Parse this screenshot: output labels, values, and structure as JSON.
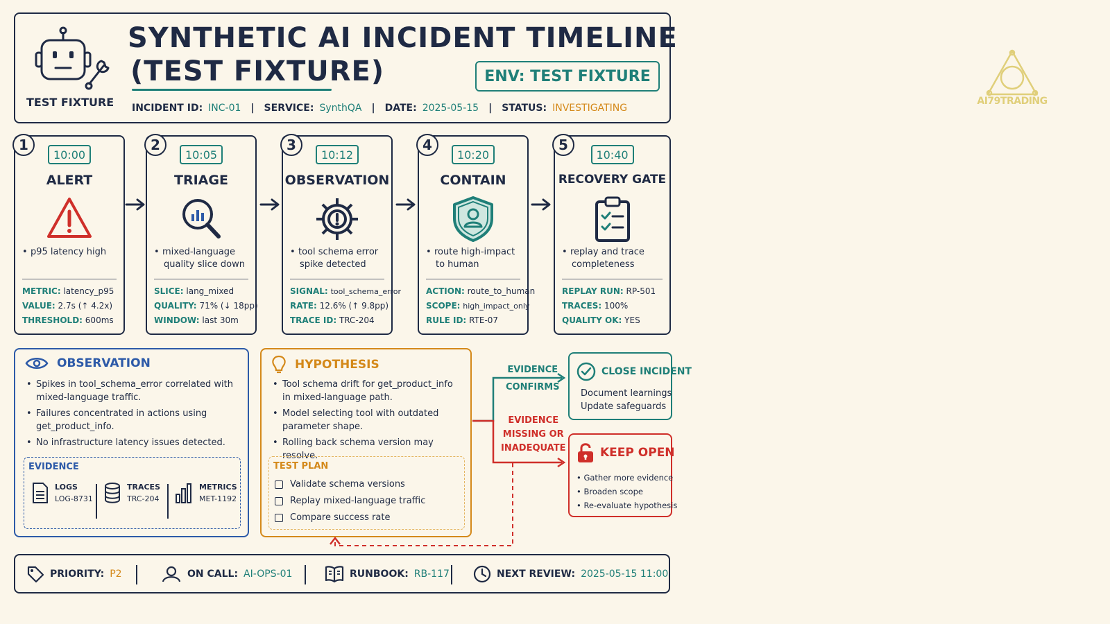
{
  "header": {
    "title_line1": "SYNTHETIC AI INCIDENT TIMELINE",
    "title_line2": "(TEST FIXTURE)",
    "badge_label": "TEST FIXTURE",
    "env": "ENV: TEST FIXTURE",
    "meta": [
      {
        "key": "INCIDENT ID:",
        "value": "INC-01",
        "color": "#1f7f78"
      },
      {
        "key": "SERVICE:",
        "value": "SynthQA",
        "color": "#1f7f78"
      },
      {
        "key": "DATE:",
        "value": "2025-05-15",
        "color": "#1f7f78"
      },
      {
        "key": "STATUS:",
        "value": "INVESTIGATING",
        "color": "#d4891a"
      }
    ]
  },
  "stages": [
    {
      "num": "1",
      "time": "10:00",
      "title": "ALERT",
      "icon": "warning-triangle-icon",
      "desc": [
        "p95 latency high"
      ],
      "metrics": [
        {
          "k": "METRIC:",
          "v": "latency_p95"
        },
        {
          "k": "VALUE:",
          "v": "2.7s (↑ 4.2x)"
        },
        {
          "k": "THRESHOLD:",
          "v": "600ms"
        }
      ]
    },
    {
      "num": "2",
      "time": "10:05",
      "title": "TRIAGE",
      "icon": "magnifier-chart-icon",
      "desc": [
        "mixed-language",
        "quality slice down"
      ],
      "metrics": [
        {
          "k": "SLICE:",
          "v": "lang_mixed"
        },
        {
          "k": "QUALITY:",
          "v": "71% (↓ 18pp)"
        },
        {
          "k": "WINDOW:",
          "v": "last 30m"
        }
      ]
    },
    {
      "num": "3",
      "time": "10:12",
      "title": "OBSERVATION",
      "icon": "gear-alert-icon",
      "desc": [
        "tool schema error",
        "spike detected"
      ],
      "metrics": [
        {
          "k": "SIGNAL:",
          "v": "tool_schema_error"
        },
        {
          "k": "RATE:",
          "v": "12.6% (↑ 9.8pp)"
        },
        {
          "k": "TRACE ID:",
          "v": "TRC-204"
        }
      ]
    },
    {
      "num": "4",
      "time": "10:20",
      "title": "CONTAIN",
      "icon": "shield-user-icon",
      "desc": [
        "route high-impact",
        "to human"
      ],
      "metrics": [
        {
          "k": "ACTION:",
          "v": "route_to_human"
        },
        {
          "k": "SCOPE:",
          "v": "high_impact_only"
        },
        {
          "k": "RULE ID:",
          "v": "RTE-07"
        }
      ]
    },
    {
      "num": "5",
      "time": "10:40",
      "title": "RECOVERY GATE",
      "icon": "clipboard-check-icon",
      "desc": [
        "replay and trace",
        "completeness"
      ],
      "metrics": [
        {
          "k": "REPLAY RUN:",
          "v": "RP-501"
        },
        {
          "k": "TRACES:",
          "v": "100%"
        },
        {
          "k": "QUALITY OK:",
          "v": "YES"
        }
      ]
    }
  ],
  "observation": {
    "title": "OBSERVATION",
    "bullets": [
      [
        "Spikes in tool_schema_error correlated with",
        "mixed-language traffic."
      ],
      [
        "Failures concentrated in actions using",
        "get_product_info."
      ],
      [
        "No infrastructure latency issues detected."
      ]
    ],
    "evidence_title": "EVIDENCE",
    "evidence": [
      {
        "label": "LOGS",
        "value": "LOG-8731"
      },
      {
        "label": "TRACES",
        "value": "TRC-204"
      },
      {
        "label": "METRICS",
        "value": "MET-1192"
      }
    ]
  },
  "hypothesis": {
    "title": "HYPOTHESIS",
    "bullets": [
      [
        "Tool schema drift for get_product_info",
        "in mixed-language path."
      ],
      [
        "Model selecting tool with outdated",
        "parameter shape."
      ],
      [
        "Rolling back schema version may resolve."
      ]
    ],
    "plan_title": "TEST PLAN",
    "plan": [
      "Validate schema versions",
      "Replay mixed-language traffic",
      "Compare success rate"
    ]
  },
  "branch": {
    "confirm_label": [
      "EVIDENCE",
      "CONFIRMS"
    ],
    "missing_label": [
      "EVIDENCE",
      "MISSING OR",
      "INADEQUATE"
    ]
  },
  "close": {
    "title": "CLOSE INCIDENT",
    "lines": [
      "Document learnings",
      "Update safeguards"
    ]
  },
  "keep": {
    "title": "KEEP OPEN",
    "items": [
      "Gather more evidence",
      "Broaden scope",
      "Re-evaluate hypothesis"
    ]
  },
  "footer": [
    {
      "icon": "tag-icon",
      "key": "PRIORITY:",
      "value": "P2",
      "color": "#d4891a"
    },
    {
      "icon": "user-icon",
      "key": "ON CALL:",
      "value": "AI-OPS-01",
      "color": "#1f7f78"
    },
    {
      "icon": "book-icon",
      "key": "RUNBOOK:",
      "value": "RB-117",
      "color": "#1f7f78"
    },
    {
      "icon": "clock-icon",
      "key": "NEXT REVIEW:",
      "value": "2025-05-15 11:00",
      "color": "#1f7f78"
    }
  ],
  "watermark": "AI79TRADING",
  "colors": {
    "navy": "#1f2a44",
    "teal": "#1f7f78",
    "amber": "#d4891a",
    "red": "#cf2f2a",
    "blue": "#2d5aa8"
  }
}
